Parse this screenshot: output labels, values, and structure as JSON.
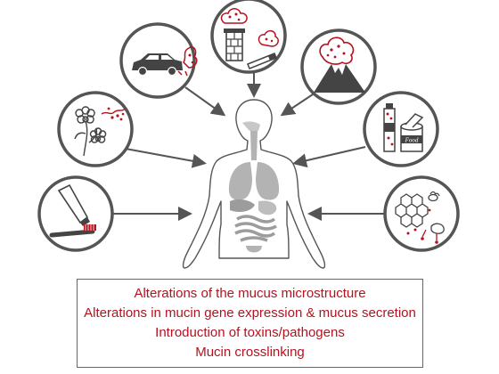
{
  "diagram": {
    "sources": [
      {
        "name": "vehicle-exhaust",
        "icon": "car-exhaust-icon"
      },
      {
        "name": "chimney-and-cigarette-smoke",
        "icon": "chimney-cigarette-icon"
      },
      {
        "name": "volcanic-emissions",
        "icon": "volcano-icon"
      },
      {
        "name": "pollen",
        "icon": "flowers-pollen-icon"
      },
      {
        "name": "food-and-drink-products",
        "icon": "bottle-can-icon"
      },
      {
        "name": "toothpaste",
        "icon": "toothpaste-icon"
      },
      {
        "name": "honey-and-food-additives",
        "icon": "honeycomb-icon"
      }
    ],
    "can_label": "Food",
    "colors": {
      "accent": "#b4121e",
      "outline": "#555555",
      "organ": "#b3b3b3"
    }
  },
  "effects": [
    "Alterations of the mucus microstructure",
    "Alterations in mucin gene expression & mucus secretion",
    "Introduction of toxins/pathogens",
    "Mucin crosslinking"
  ]
}
